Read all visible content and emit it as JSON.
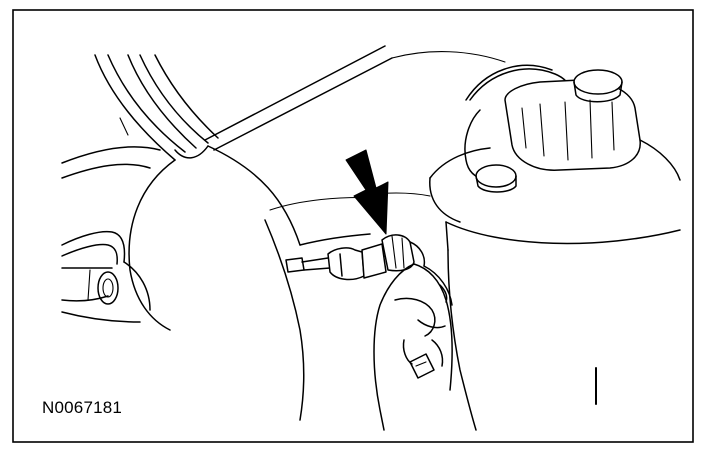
{
  "figure": {
    "id_label": "N0067181"
  },
  "colors": {
    "line": "#000000",
    "background": "#ffffff"
  },
  "callout": {
    "type": "arrow",
    "direction": "down-right",
    "icon": "callout-arrow-icon"
  }
}
